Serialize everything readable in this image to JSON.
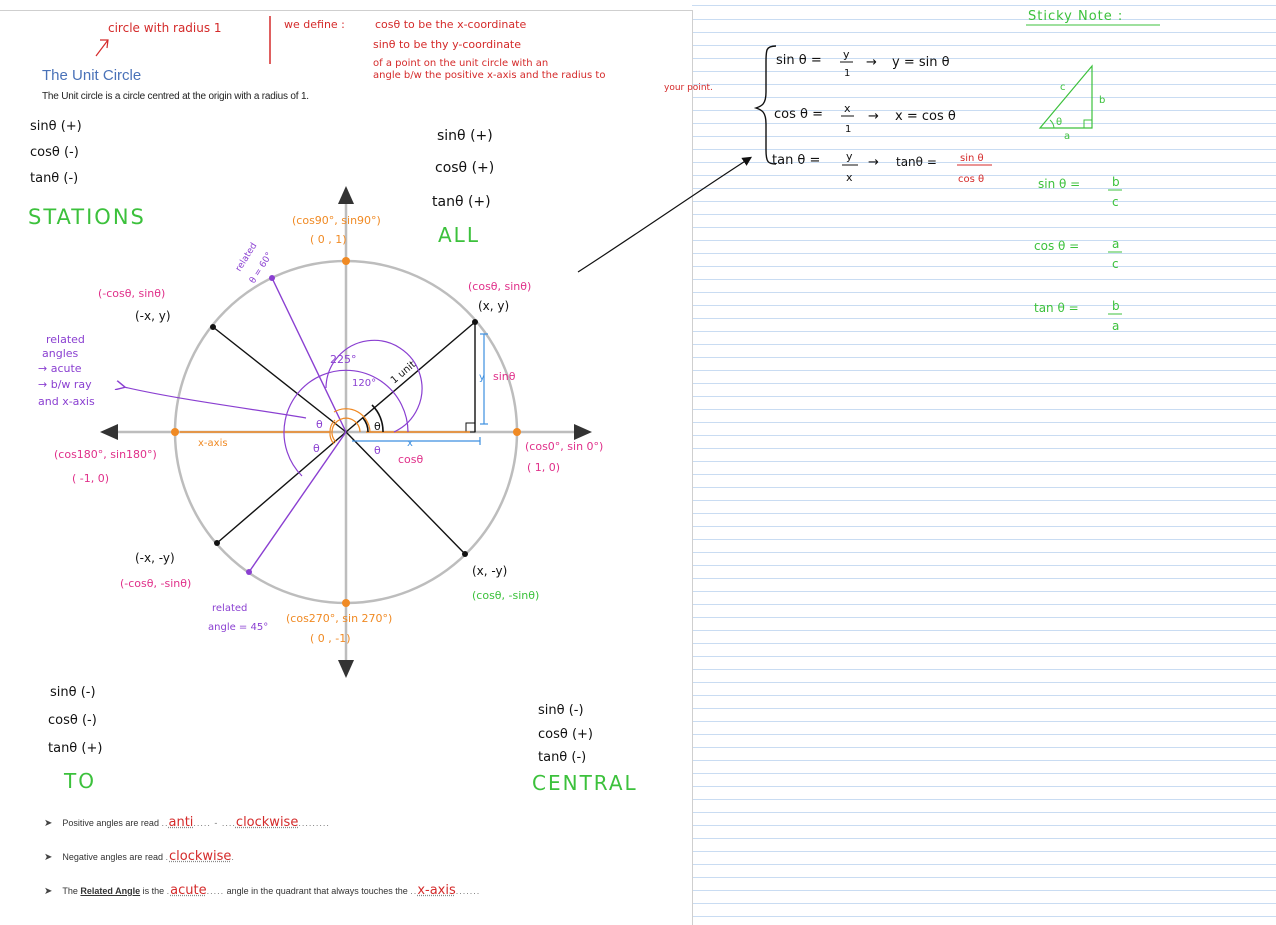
{
  "page": {
    "title": "The Unit Circle",
    "subtitle": "The Unit circle is a circle centred at the origin with a radius of 1."
  },
  "annotations": {
    "radius_note": "circle with radius 1",
    "define_heading": "we define :",
    "define_lines": [
      "cosθ  to be the x-coordinate",
      "sinθ  to be thy y-coordinate",
      "of a  point  on the unit circle  with an",
      "angle b/w  the positive x-axis  and  the radius to",
      "your point."
    ]
  },
  "quadrants": {
    "q2": {
      "sin": "sinθ (+)",
      "cos": "cosθ (-)",
      "tan": "tanθ (-)",
      "label": "STATIONS"
    },
    "q1": {
      "sin": "sinθ (+)",
      "cos": "cosθ (+)",
      "tan": "tanθ (+)",
      "label": "ALL"
    },
    "q3": {
      "sin": "sinθ (-)",
      "cos": "cosθ (-)",
      "tan": "tanθ (+)",
      "label": "TO"
    },
    "q4": {
      "sin": "sinθ (-)",
      "cos": "cosθ (+)",
      "tan": "tanθ (-)",
      "label": "CENTRAL"
    }
  },
  "diagram": {
    "top_point": [
      "(cos90°, sin90°)",
      "( 0  ,  1)"
    ],
    "right_point": [
      "(cos0°, sin 0°)",
      "( 1, 0)"
    ],
    "left_point": [
      "(cos180°, sin180°)",
      "( -1, 0)"
    ],
    "bottom_point": [
      "(cos270°, sin 270°)",
      "( 0  , -1)"
    ],
    "q1_point": [
      "(cosθ, sinθ)",
      "(x, y)"
    ],
    "q2_point": [
      "(-cosθ, sinθ)",
      "(-x, y)"
    ],
    "q3_point": [
      "(-x, -y)",
      "(-cosθ, -sinθ)"
    ],
    "q4_point": [
      "(x, -y)",
      "(cosθ, -sinθ)"
    ],
    "related_60": [
      "related",
      "θ = 60°"
    ],
    "related_45": [
      "related",
      "angle = 45°"
    ],
    "related_angles_note": [
      "related",
      "angles",
      "→ acute",
      "→ b/w ray",
      "and x-axis"
    ],
    "angle_225": "225°",
    "angle_120": "120°",
    "unit_label": "1 unit",
    "y_label": "y",
    "sin_label": "sinθ",
    "x_label": "x",
    "cos_label": "cosθ",
    "x_axis_label": "x-axis",
    "theta": "θ"
  },
  "bullets": {
    "b1_prefix": "Positive angles are read",
    "b1_fill1": "anti",
    "b1_fill2": "clockwise",
    "b2_prefix": "Negative angles are read",
    "b2_fill": "clockwise",
    "b3_prefix": "The",
    "b3_bold": "Related Angle",
    "b3_mid": "is the",
    "b3_fill1": "acute",
    "b3_mid2": "angle in the quadrant that always touches the",
    "b3_fill2": "x-axis"
  },
  "formulas": {
    "sin_lhs": "sin θ =",
    "sin_num": "y",
    "sin_den": "1",
    "sin_res": "y = sin θ",
    "cos_lhs": "cos θ =",
    "cos_num": "x",
    "cos_den": "1",
    "cos_res": "x = cos θ",
    "tan_lhs": "tan θ =",
    "tan_num": "y",
    "tan_den": "x",
    "tan_res": "tanθ =",
    "tan_res_num": "sin θ",
    "tan_res_den": "cos θ"
  },
  "sticky": {
    "title": "Sticky Note :",
    "tri_c": "c",
    "tri_b": "b",
    "tri_a": "a",
    "tri_theta": "θ",
    "sin_lhs": "sin θ  =",
    "sin_num": "b",
    "sin_den": "c",
    "cos_lhs": "cos θ  =",
    "cos_num": "a",
    "cos_den": "c",
    "tan_lhs": "tan θ  =",
    "tan_num": "b",
    "tan_den": "a"
  },
  "colors": {
    "red": "#d42a2a",
    "green": "#3cc13c",
    "orange": "#f08a24",
    "purple": "#8a3fd1",
    "pink": "#e0308a",
    "blue": "#3d8fe0",
    "black": "#111111",
    "axis_gray": "#bdbdbd"
  }
}
